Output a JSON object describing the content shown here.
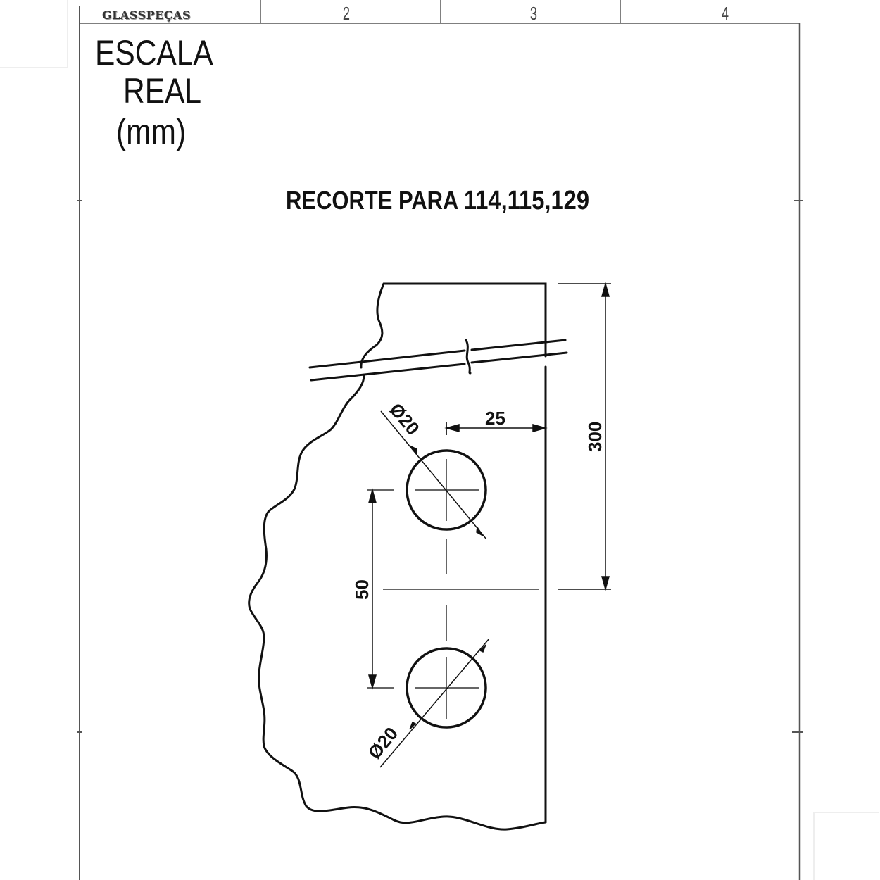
{
  "sheet": {
    "logo": "GLASSPEÇAS",
    "zones": [
      "2",
      "3",
      "4"
    ],
    "scale_note": {
      "line1": "ESCALA",
      "line2": "REAL",
      "line3": "(mm)"
    }
  },
  "drawing": {
    "title_prefix": "RECORTE PARA",
    "title_models": "114,115,129",
    "dimensions": {
      "hole_diameter_top": "Ø20",
      "hole_diameter_bottom": "Ø20",
      "edge_offset": "25",
      "hole_spacing": "50",
      "height_from_top": "300"
    }
  },
  "colors": {
    "line": "#111111",
    "border": "#555555",
    "centerline": "#333333"
  }
}
